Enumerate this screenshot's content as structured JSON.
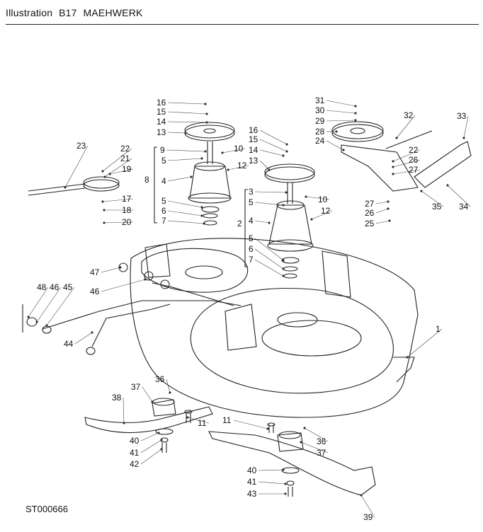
{
  "header": {
    "prefix": "Illustration",
    "code": "B17",
    "title": "MAEHWERK"
  },
  "footer": {
    "ref": "ST000666"
  },
  "callouts": [
    "1",
    "2",
    "3",
    "4",
    "5",
    "6",
    "7",
    "8",
    "9",
    "10",
    "11",
    "12",
    "13",
    "14",
    "15",
    "16",
    "17",
    "18",
    "19",
    "20",
    "21",
    "22",
    "23",
    "24",
    "25",
    "26",
    "27",
    "28",
    "29",
    "30",
    "31",
    "32",
    "33",
    "34",
    "35",
    "36",
    "37",
    "38",
    "39",
    "40",
    "41",
    "42",
    "43",
    "44",
    "45",
    "46",
    "47",
    "48"
  ]
}
